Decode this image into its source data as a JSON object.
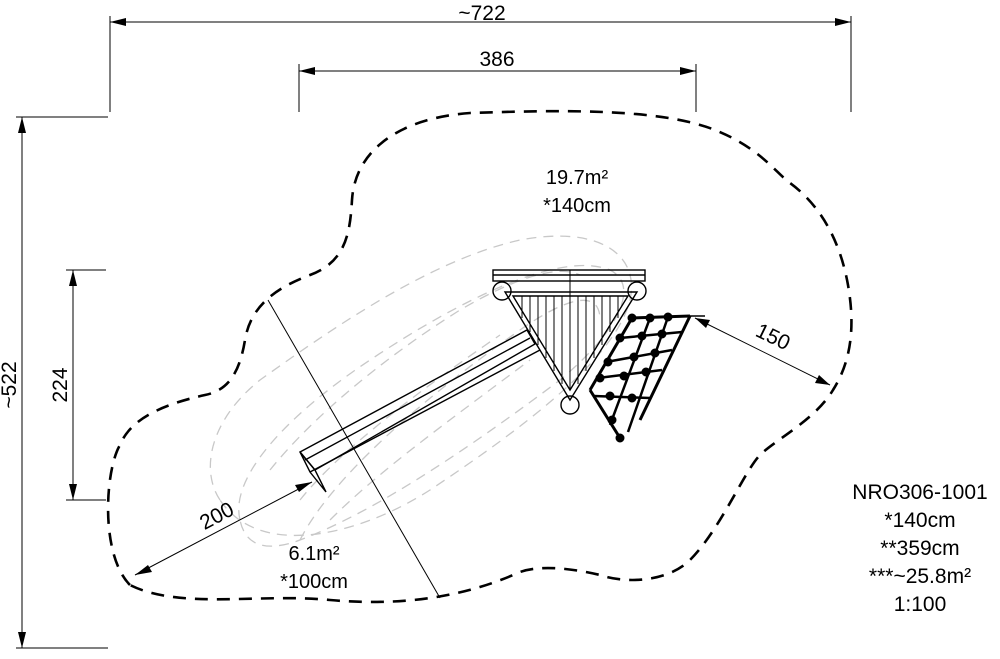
{
  "dimensions": {
    "overall_width": "~722",
    "inner_width": "386",
    "overall_height": "~522",
    "inner_height": "224",
    "slide_clearance": "200",
    "net_clearance": "150"
  },
  "zones": {
    "main": {
      "area": "19.7m²",
      "height": "*140cm"
    },
    "slide": {
      "area": "6.1m²",
      "height": "*100cm"
    }
  },
  "product": {
    "code": "NRO306-1001",
    "line1": "*140cm",
    "line2": "**359cm",
    "line3": "***~25.8m²",
    "scale": "1:100"
  }
}
